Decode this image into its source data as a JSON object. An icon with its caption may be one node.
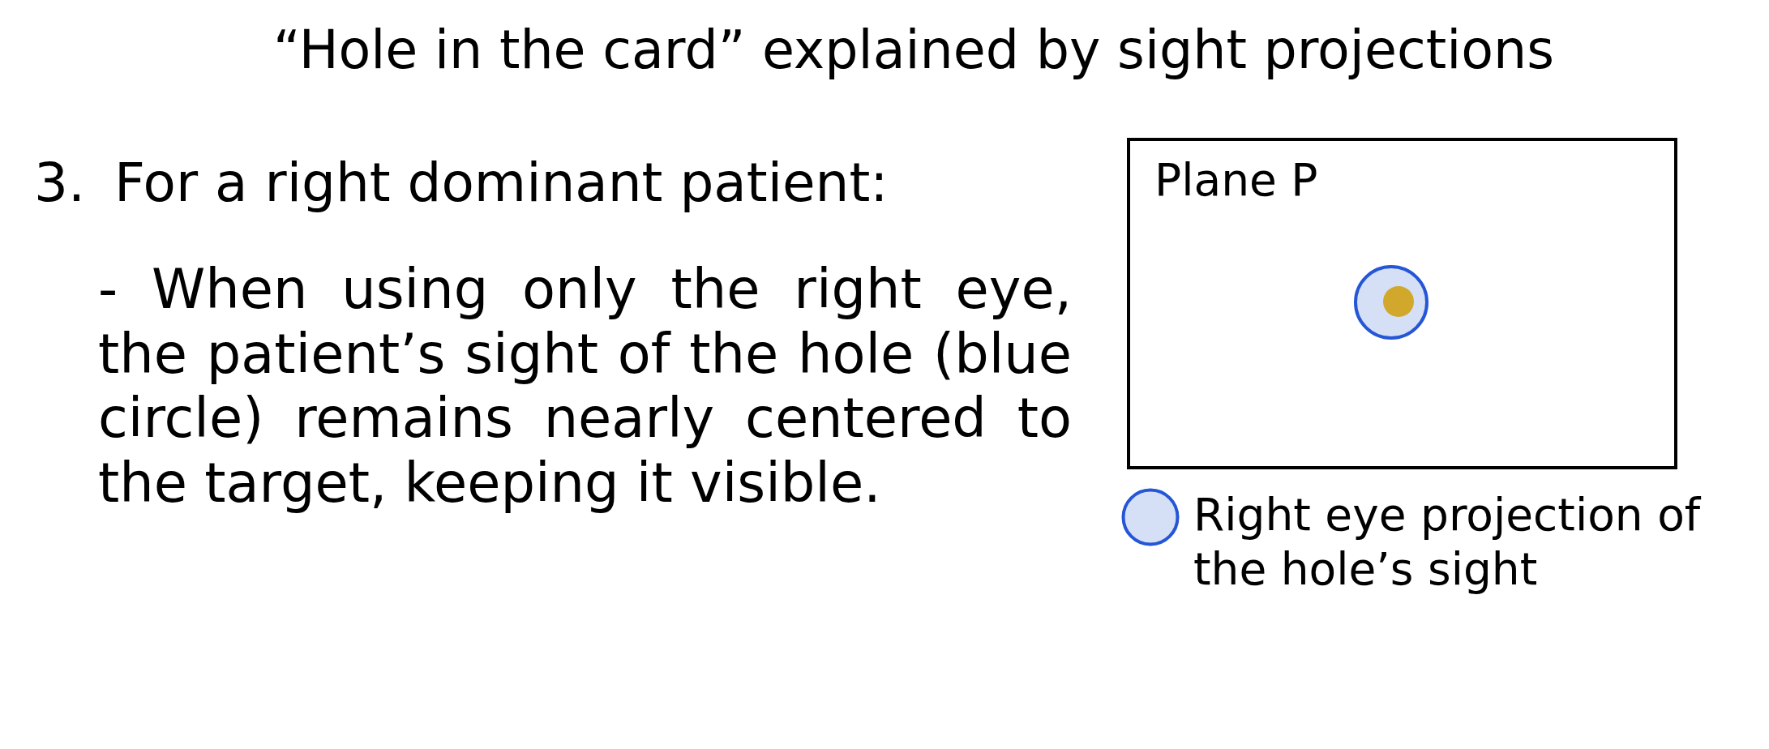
{
  "diagram": {
    "title": "“Hole in the card” explained by sight projections",
    "nodes": [
      {
        "text": [
          "Plane P"
        ]
      }
    ],
    "labels": [
      "3.",
      "For a right dominant patient:",
      "- When using only the right eye, the patient’s sight of the hole (blue circle) remains nearly centered to the target, keeping it visible."
    ],
    "legend": [
      {
        "text": "Right eye projection of the hole’s sight",
        "color": "#d5dff5"
      }
    ]
  }
}
